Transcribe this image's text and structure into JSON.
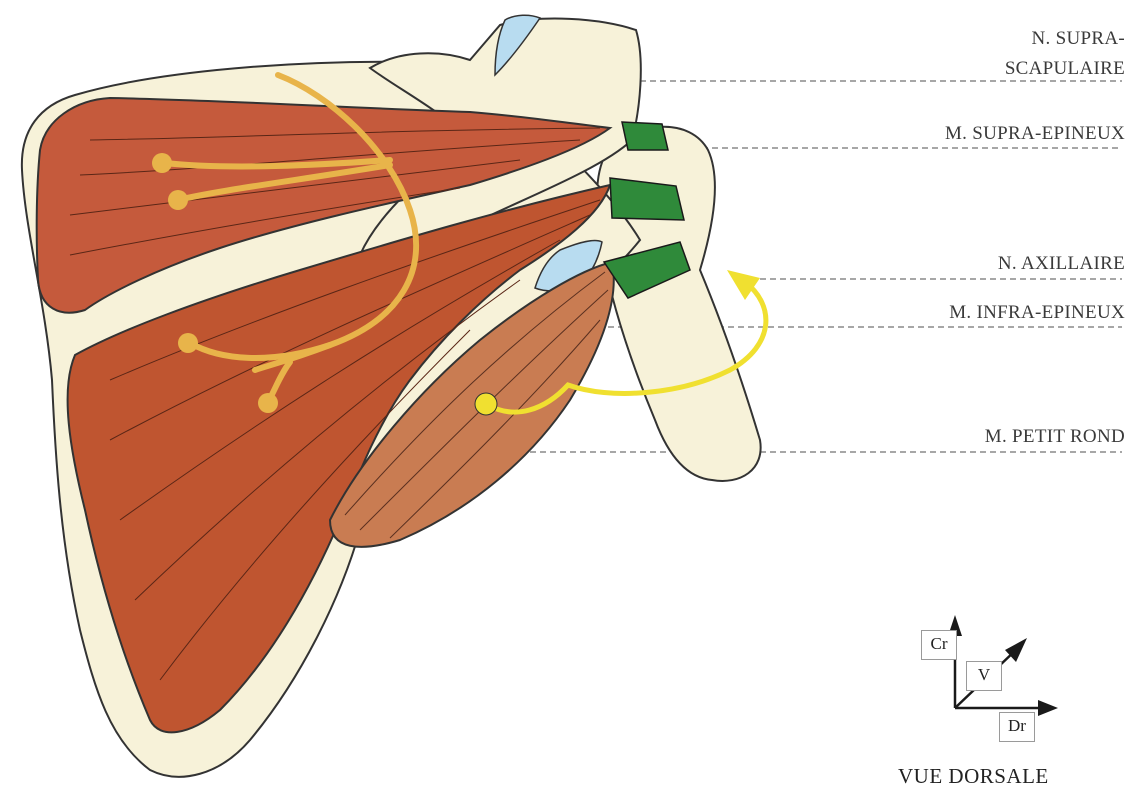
{
  "labels": {
    "n_supra_line1": "N. SUPRA-",
    "n_supra_line2": "SCAPULAIRE",
    "m_supra_epineux": "M. SUPRA-EPINEUX",
    "n_axillaire": "N. AXILLAIRE",
    "m_infra_epineux": "M. INFRA-EPINEUX",
    "m_petit_rond": "M. PETIT ROND"
  },
  "orientation": {
    "cranial": "Cr",
    "ventral": "V",
    "right": "Dr"
  },
  "caption": "VUE DORSALE",
  "colors": {
    "bone": "#f7f2d9",
    "muscle_supra": "#c55a3c",
    "muscle_infra": "#bf5530",
    "muscle_petit_rond": "#c97c52",
    "tendon": "#2f8a3a",
    "nerve_supra": "#e8b44a",
    "nerve_axillary": "#f0e030",
    "cartilage": "#b8dcf0"
  }
}
